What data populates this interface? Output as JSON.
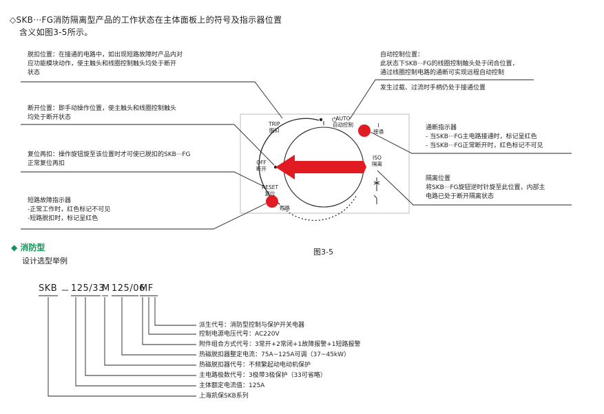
{
  "header": {
    "line1": "◇SKB···FG消防隔离型产品的工作状态在主体面板上的符号及指示器位置",
    "line2": "含义如图3-5所示。"
  },
  "left_notes": [
    {
      "lines": [
        "脱扣位置：在接通的电路中，如出现短路故障时产品内对",
        "应功能模块动作，使主触头和线圈控制触头均处于断开",
        "状态"
      ]
    },
    {
      "lines": [
        "断开位置：即手动操作位置，使主触头和线圈控制触头",
        "均处于断开状态"
      ]
    },
    {
      "lines": [
        "复位再扣：操作旋钮旋至该位置时才可使已脱扣的SKB···FG",
        "正常复位再扣"
      ]
    },
    {
      "lines": [
        "短路故障指示器",
        "-正常工作时，红色标记不可见",
        "-短路脱扣时，标记呈红色"
      ]
    }
  ],
  "right_notes": [
    {
      "lines": [
        "自动控制位置：",
        "此状态下SKB···FG的线圈控制触头处于闭合位置，",
        "通过线圈控制电路的通断可实现远程自动控制"
      ]
    },
    {
      "lines": [
        "发生过载、过流时手柄仍处于接通位置"
      ]
    },
    {
      "lines": [
        "通断指示器",
        "- 当SKB···FG主电路接通时，标记呈红色",
        "- 当SKB···FG正常断开时，红色标记不可见"
      ]
    },
    {
      "lines": [
        "隔离位置",
        "将SKB···FG旋钮逆时针旋至此位置，内部主",
        "电路已处于断开隔离状态"
      ]
    }
  ],
  "dial": {
    "trip_en": "TRIP",
    "trip_cn": "脱扣",
    "auto_en": "AUTO",
    "auto_cn": "自动控制",
    "i_en": "I",
    "i_cn": "接通",
    "iso_en": "ISO",
    "iso_cn": "隔离",
    "off_en": "OFF",
    "off_cn": "断开",
    "reset_en": "RESET",
    "reset_cn": "复位",
    "short_cn": "短路"
  },
  "figure_caption": "图3-5",
  "section": {
    "title": "◆ 消防型",
    "subtitle": "设计选型举例"
  },
  "model_code": {
    "parts": [
      "SKB",
      "－",
      "125/33",
      "M",
      "125/06",
      "MF"
    ]
  },
  "code_legend": [
    "派生代号：消防型控制与保护开关电器",
    "控制电源电压代号：AC220V",
    "附件组合方式代号：3常开+2常闭+1故障报警+1短路报警",
    "热磁脱扣器整定电流：75A~125A可调（37~45kW）",
    "热磁脱扣器代号：不频繁起动电动机保护",
    "主电路极数代号：3极带3极保护（33可省略）",
    "主体额定电流值：125A",
    "上海凯保SKB系列"
  ],
  "colors": {
    "red": "#e11b22",
    "green": "#17915a",
    "line": "#222222"
  }
}
